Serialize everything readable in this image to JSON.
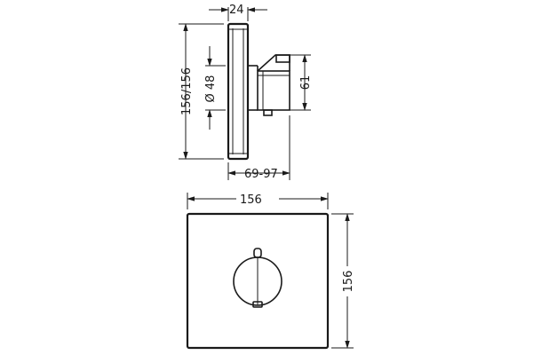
{
  "side_view": {
    "depth_label": "24",
    "height_label": "156/156",
    "diameter_label": "Ø 48",
    "knob_height_label": "61",
    "projection_label": "69-97"
  },
  "front_view": {
    "width_label": "156",
    "height_label": "156"
  }
}
